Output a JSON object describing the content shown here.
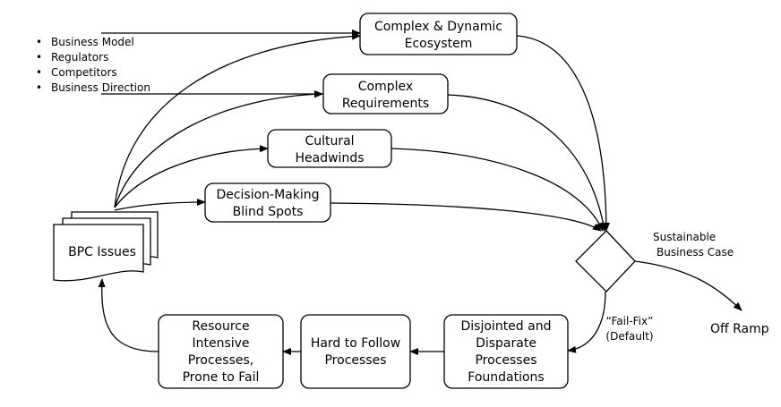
{
  "bullets": [
    "Business Model",
    "Regulators",
    "Competitors",
    "Business Direction"
  ],
  "nodes": {
    "ecosystem": [
      "Complex & Dynamic",
      "Ecosystem"
    ],
    "requirements": [
      "Complex",
      "Requirements"
    ],
    "cultural": [
      "Cultural",
      "Headwinds"
    ],
    "blindspots": [
      "Decision-Making",
      "Blind Spots"
    ],
    "bpc": "BPC Issues",
    "disjointed": [
      "Disjointed and",
      "Disparate",
      "Processes",
      "Foundations"
    ],
    "hard": [
      "Hard to Follow",
      "Processes"
    ],
    "resource": [
      "Resource",
      "Intensive",
      "Processes,",
      "Prone to Fail"
    ]
  },
  "labels": {
    "sustainable": [
      "Sustainable",
      "Business Case"
    ],
    "failfix": [
      "“Fail-Fix”",
      "(Default)"
    ],
    "offramp": "Off Ramp"
  },
  "colors": {
    "stroke": "#000000",
    "fill": "#ffffff"
  }
}
